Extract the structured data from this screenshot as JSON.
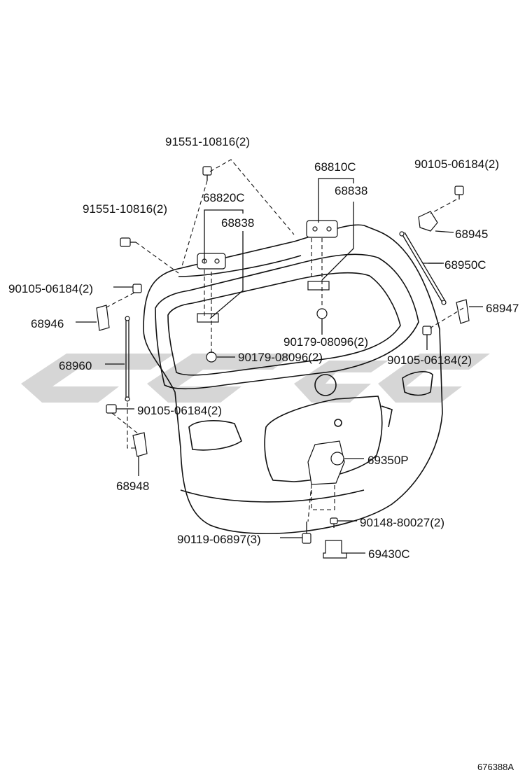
{
  "labels": {
    "p91551_top": "91551-10816(2)",
    "p68810C": "68810C",
    "p68838_right": "68838",
    "p90105_topright": "90105-06184(2)",
    "p68820C": "68820C",
    "p68838_left": "68838",
    "p91551_left": "91551-10816(2)",
    "p68945": "68945",
    "p68950C": "68950C",
    "p90105_left": "90105-06184(2)",
    "p68947": "68947",
    "p68946": "68946",
    "p90179_right": "90179-08096(2)",
    "p90105_right": "90105-06184(2)",
    "p68960": "68960",
    "p90179_left": "90179-08096(2)",
    "p90105_lower": "90105-06184(2)",
    "p69350P": "69350P",
    "p68948": "68948",
    "p90148": "90148-80027(2)",
    "p90119": "90119-06897(3)",
    "p69430C": "69430C",
    "figure_id": "676388A"
  },
  "icons": {
    "watermark": "chevron-watermark-icon"
  },
  "colors": {
    "ink": "#111111",
    "watermark": "#cfcfcf"
  }
}
